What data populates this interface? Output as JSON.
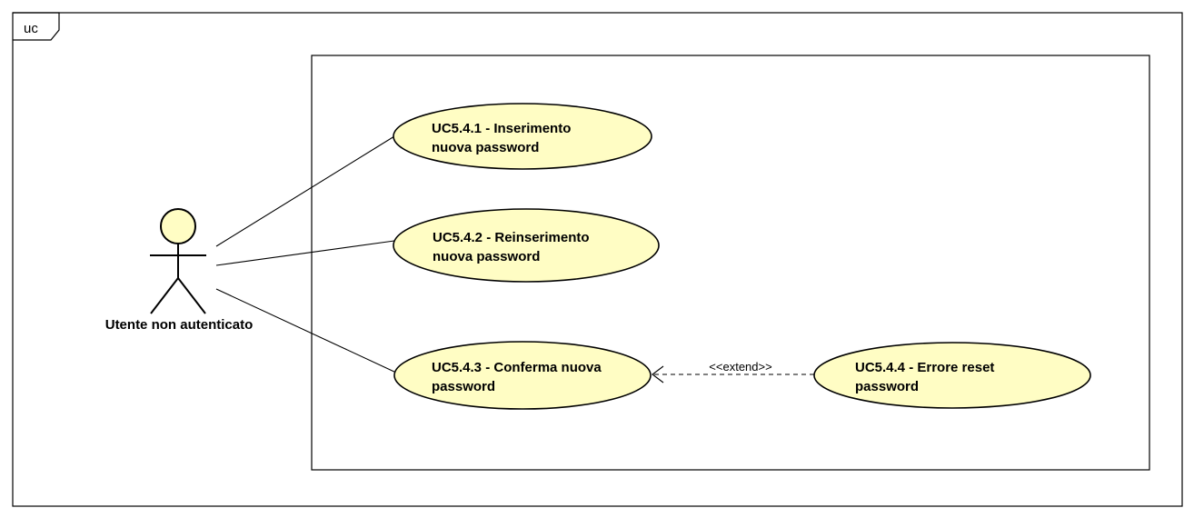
{
  "frame": {
    "label": "uc"
  },
  "actor": {
    "name": "Utente non autenticato"
  },
  "use_cases": [
    {
      "id": "uc541",
      "line1": "UC5.4.1 - Inserimento",
      "line2": "nuova password"
    },
    {
      "id": "uc542",
      "line1": "UC5.4.2 - Reinserimento",
      "line2": "nuova password"
    },
    {
      "id": "uc543",
      "line1": "UC5.4.3 - Conferma nuova",
      "line2": "password"
    },
    {
      "id": "uc544",
      "line1": "UC5.4.4 - Errore reset",
      "line2": "password"
    }
  ],
  "relations": {
    "extend_label": "<<extend>>"
  },
  "colors": {
    "use_case_fill": "#fffdc4",
    "actor_fill": "#fffdc4",
    "stroke": "#000000"
  }
}
